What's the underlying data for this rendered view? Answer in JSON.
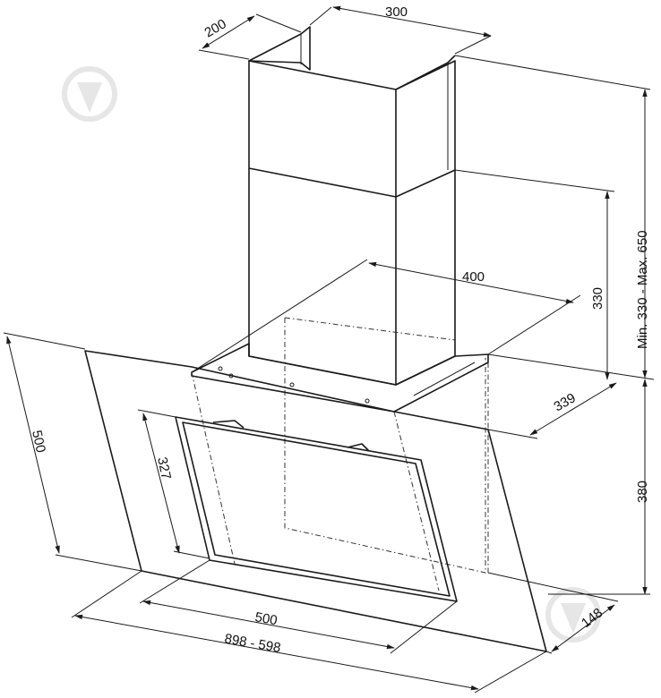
{
  "dimensions": {
    "chimney_depth": "200",
    "chimney_width": "300",
    "chimney_height": "330",
    "total_height": "Min. 330 - Max. 650",
    "base_width": "400",
    "base_depth": "339",
    "hood_height": "380",
    "glass_height": "500",
    "inner_height": "327",
    "inner_width": "500",
    "overall_width": "898  -  598",
    "glass_depth": "148"
  },
  "colors": {
    "line": "#1a1a1a",
    "watermark": "#e6e6e6"
  },
  "icons": {
    "watermark_top_left": "location-pin-icon",
    "watermark_bottom_right": "location-pin-icon"
  }
}
